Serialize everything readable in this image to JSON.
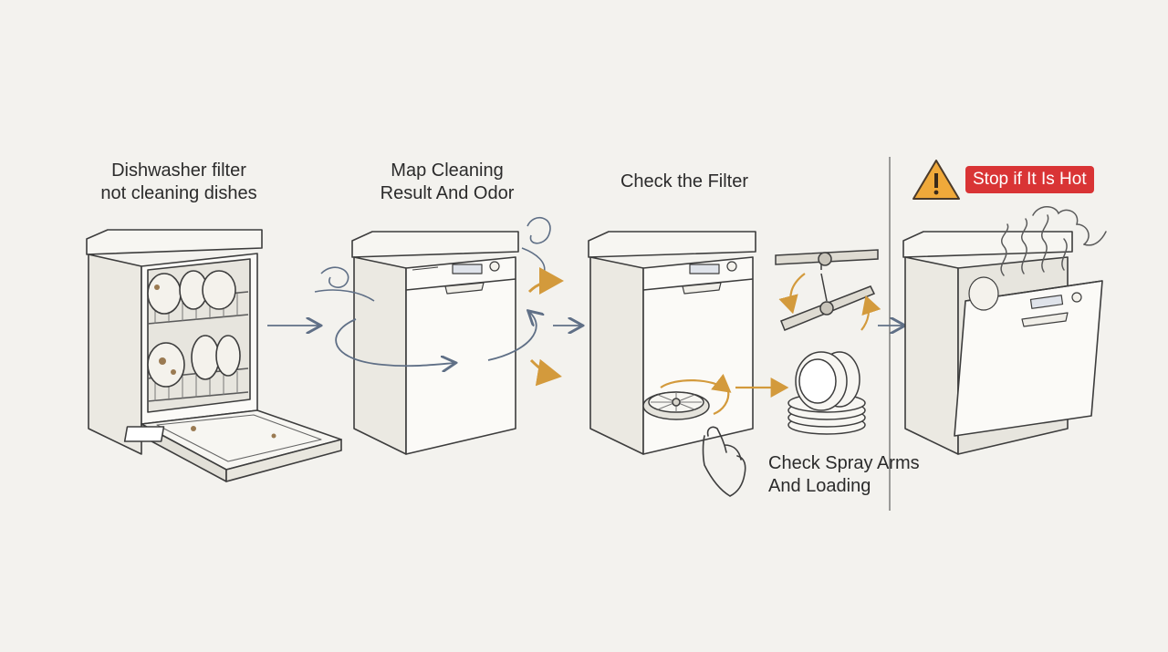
{
  "steps": [
    {
      "label_line1": "Dishwasher filter",
      "label_line2": "not cleaning dishes"
    },
    {
      "label_line1": "Map Cleaning",
      "label_line2": "Result And Odor"
    },
    {
      "label_line1": "Check the Filter"
    }
  ],
  "spray": {
    "label_line1": "Check Spray Arms",
    "label_line2": "And Loading"
  },
  "warning": {
    "label": "Stop if It Is Hot",
    "icon": "warning-triangle-icon",
    "color": "#d93435"
  },
  "colors": {
    "accent_arrow": "#d39a3c",
    "flow_arrow": "#5f6f86",
    "line": "#3d3d3d",
    "background": "#f3f2ee"
  }
}
